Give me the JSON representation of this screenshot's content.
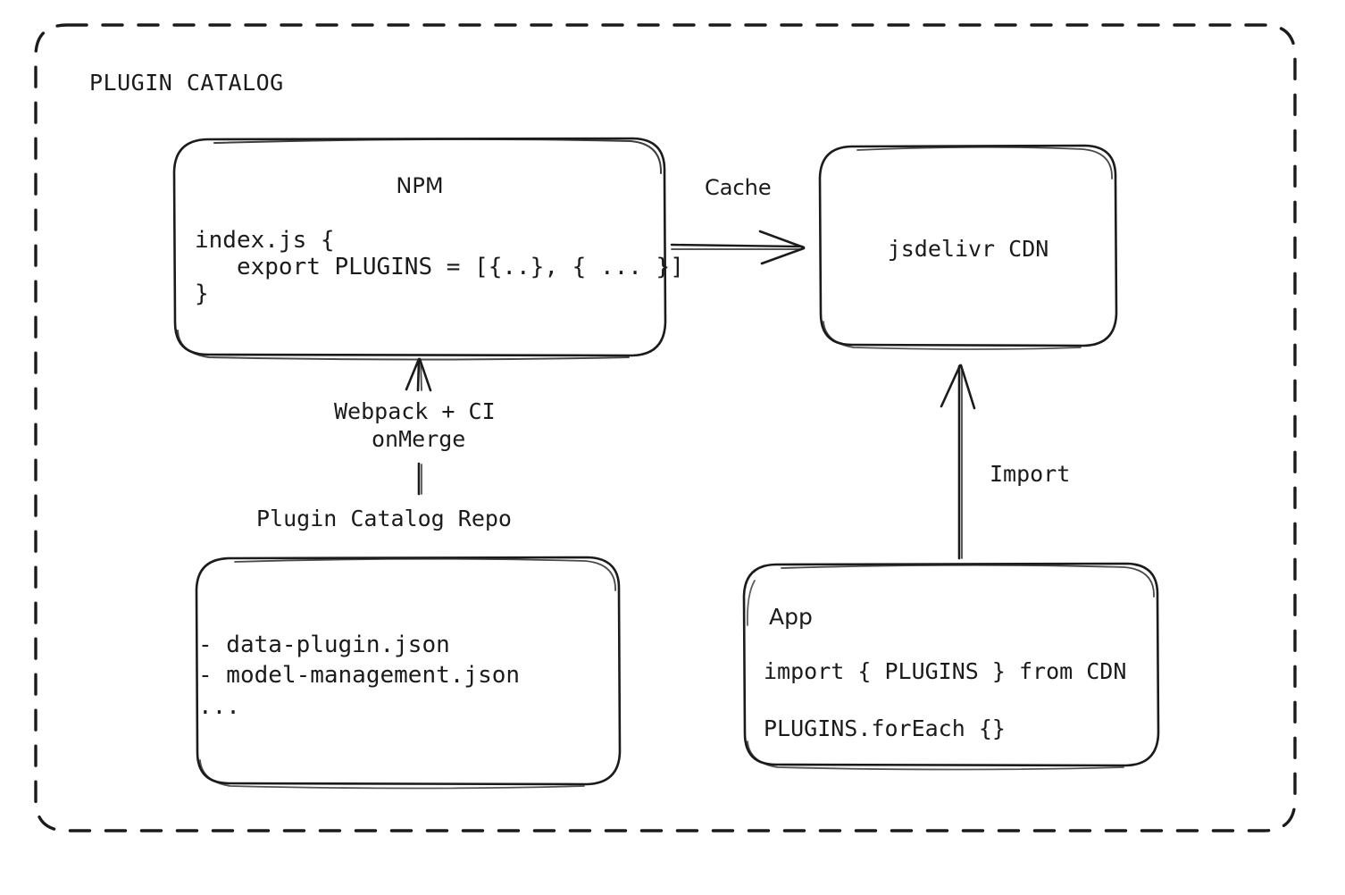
{
  "diagram": {
    "title": "PLUGIN CATALOG",
    "style": {
      "stroke_color": "#1b1b1b",
      "text_color": "#1b1b1b",
      "background": "#ffffff",
      "border_style": "dashed-rounded"
    },
    "nodes": {
      "npm": {
        "title": "NPM",
        "code_lines": [
          "index.js {",
          "   export PLUGINS = [{..}, { ... }]",
          "}"
        ]
      },
      "cdn": {
        "title": "jsdelivr CDN"
      },
      "repo": {
        "caption": "Plugin Catalog Repo",
        "items": [
          "- data-plugin.json",
          "- model-management.json",
          "..."
        ]
      },
      "app": {
        "title": "App",
        "code_lines": [
          "import { PLUGINS } from CDN",
          "PLUGINS.forEach {}"
        ]
      }
    },
    "edges": [
      {
        "id": "npm-to-cdn",
        "label": "Cache",
        "from": "npm",
        "to": "cdn",
        "direction": "right"
      },
      {
        "id": "repo-to-npm",
        "label_lines": [
          "Webpack + CI",
          "onMerge"
        ],
        "from": "repo",
        "to": "npm",
        "direction": "up"
      },
      {
        "id": "app-to-cdn",
        "label": "Import",
        "from": "app",
        "to": "cdn",
        "direction": "up"
      }
    ]
  }
}
